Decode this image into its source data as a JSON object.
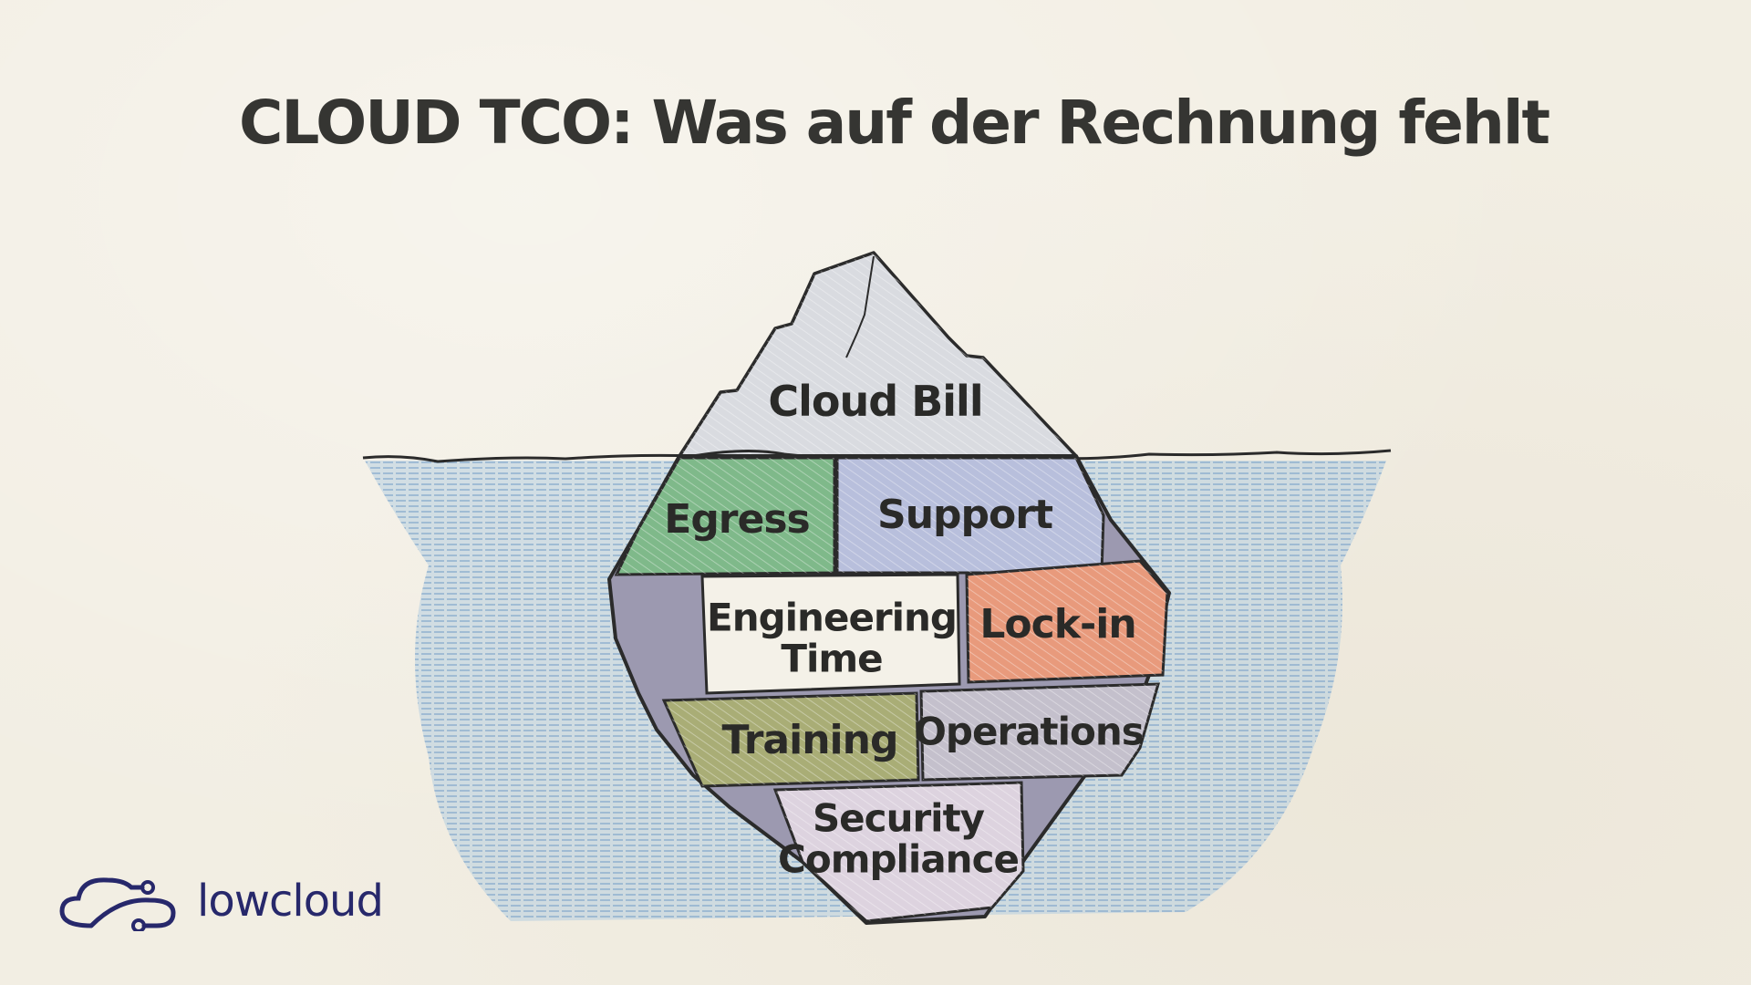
{
  "title": "CLOUD TCO: Was auf der Rechnung fehlt",
  "iceberg": {
    "tip": {
      "label": "Cloud Bill",
      "color": "#d9dbe0"
    },
    "blocks": [
      {
        "id": "egress",
        "label": "Egress",
        "color": "#7fb98a"
      },
      {
        "id": "support",
        "label": "Support",
        "color": "#b8bfdc"
      },
      {
        "id": "engineering-time",
        "label": "Engineering\nTime",
        "line1": "Engineering",
        "line2": "Time",
        "color": "#f4f1e8"
      },
      {
        "id": "lock-in",
        "label": "Lock-in",
        "color": "#e89a7c"
      },
      {
        "id": "training",
        "label": "Training",
        "color": "#a9ad76"
      },
      {
        "id": "operations",
        "label": "Operations",
        "color": "#c4c0cc"
      },
      {
        "id": "security-compliance",
        "label": "Security\nCompliance",
        "line1": "Security",
        "line2": "Compliance",
        "color": "#ddd3df"
      }
    ]
  },
  "water": {
    "color": "#9dbcd8"
  },
  "logo": {
    "text": "lowcloud",
    "color": "#27286b",
    "icon": "cloud-circuit-icon"
  }
}
